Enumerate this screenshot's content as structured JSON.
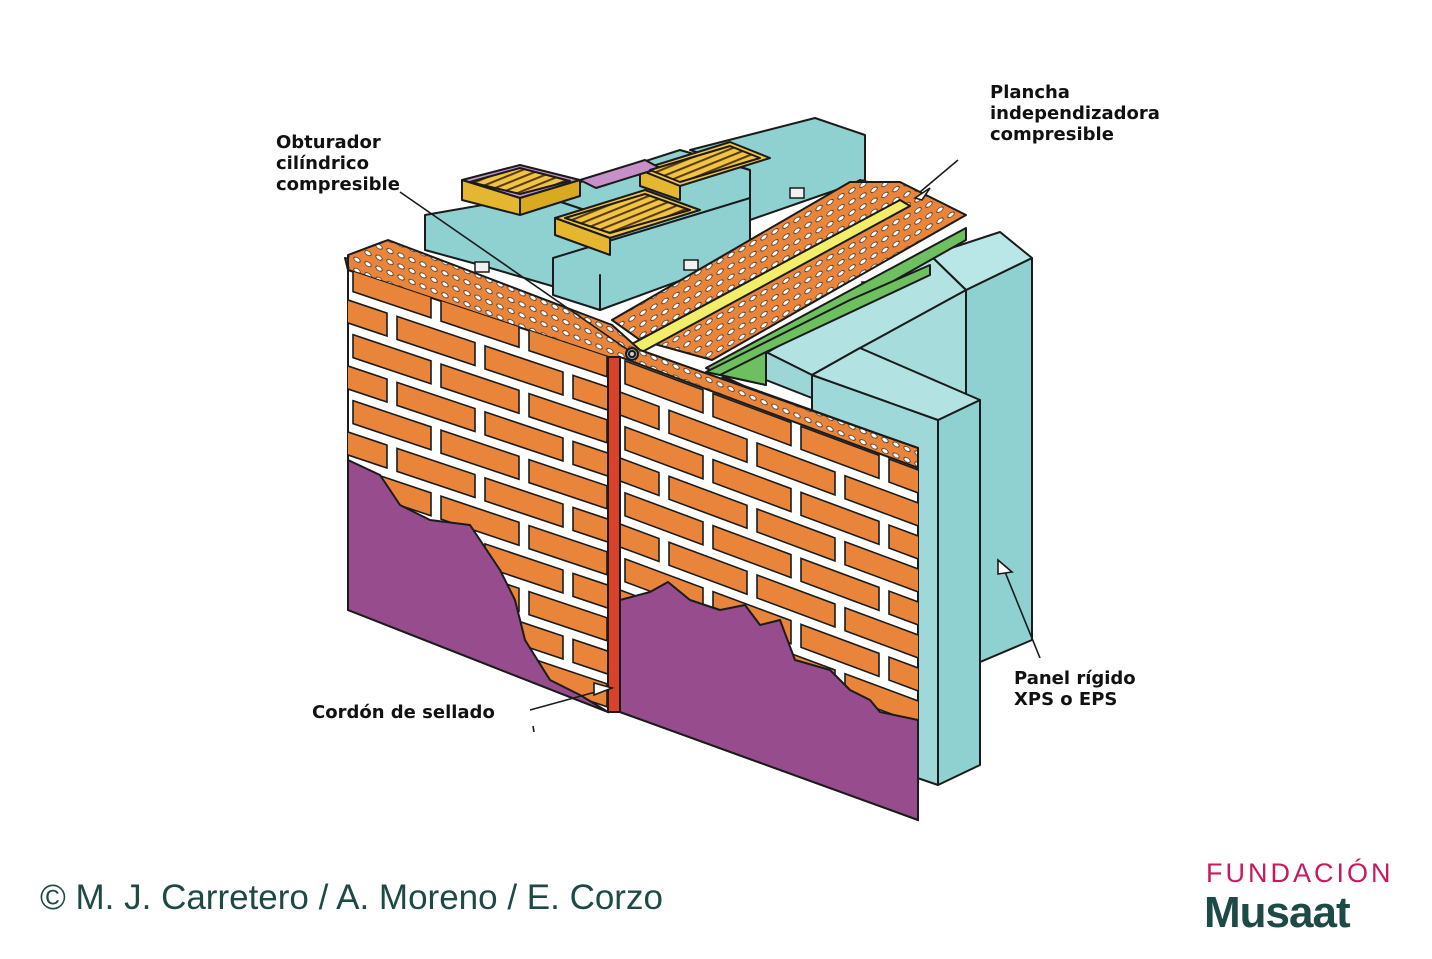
{
  "labels": {
    "obturador": [
      "Obturador",
      "cilíndrico",
      "compresible"
    ],
    "plancha": [
      "Plancha",
      "independizadora",
      "compresible"
    ],
    "panel": [
      "Panel rígido",
      "XPS o EPS"
    ],
    "cordon": "Cordón de sellado"
  },
  "footer": {
    "copyright": "© M. J. Carretero / A. Moreno / E. Corzo",
    "brand_top": "FUNDACIÓN",
    "brand_bottom": "Musaat"
  },
  "colors": {
    "brick": "#e8853a",
    "mortar": "#ffffff",
    "insulation": "#8fd0d0",
    "plaster": "#964c8d",
    "membrane": "#6dbf5f",
    "seal": "#d9422a",
    "compressible_strip": "#f2ee6a",
    "top_block": "#f0c542",
    "brand_pink": "#c8195e",
    "brand_green": "#1d4a46"
  }
}
